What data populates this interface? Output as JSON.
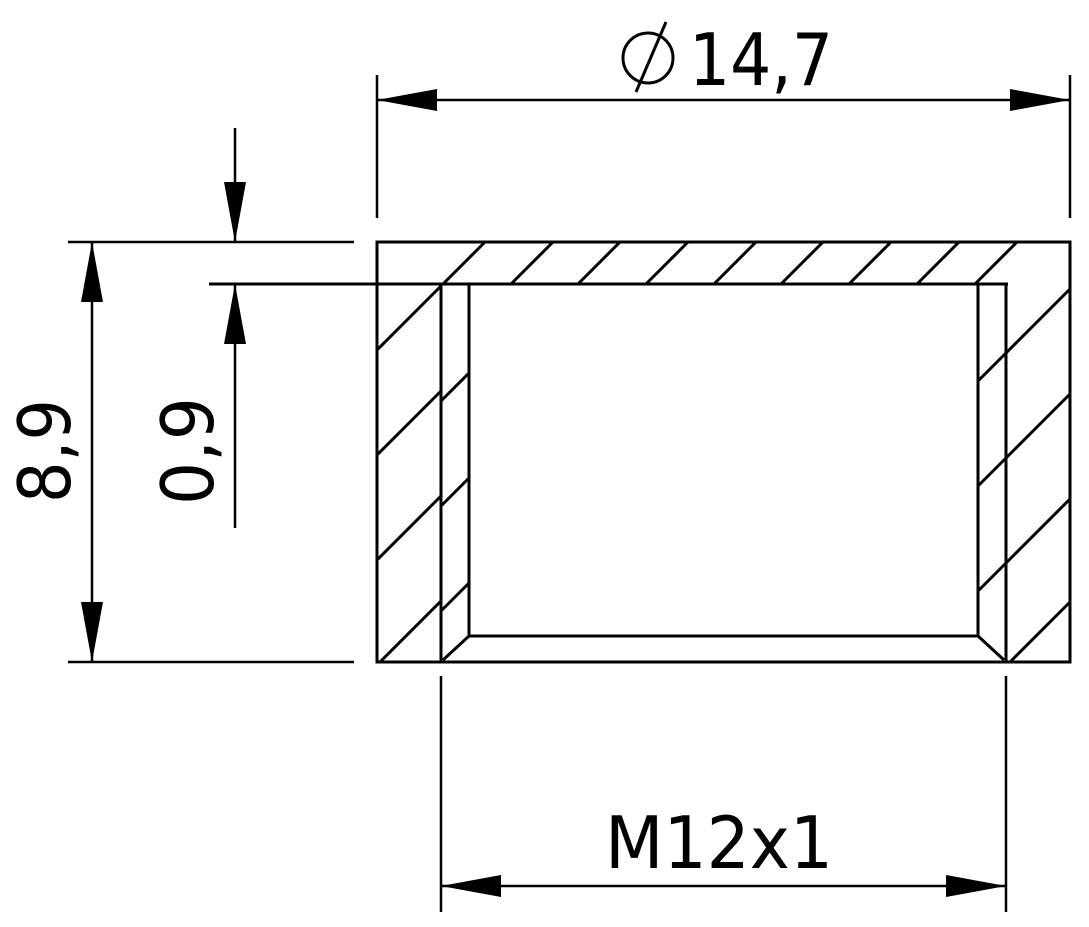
{
  "dimensions": {
    "outer_diameter": "14,7",
    "total_height": "8,9",
    "wall_thickness": "0,9",
    "thread": "M12x1"
  },
  "icons": {
    "diameter_symbol": "diameter-symbol-icon"
  }
}
